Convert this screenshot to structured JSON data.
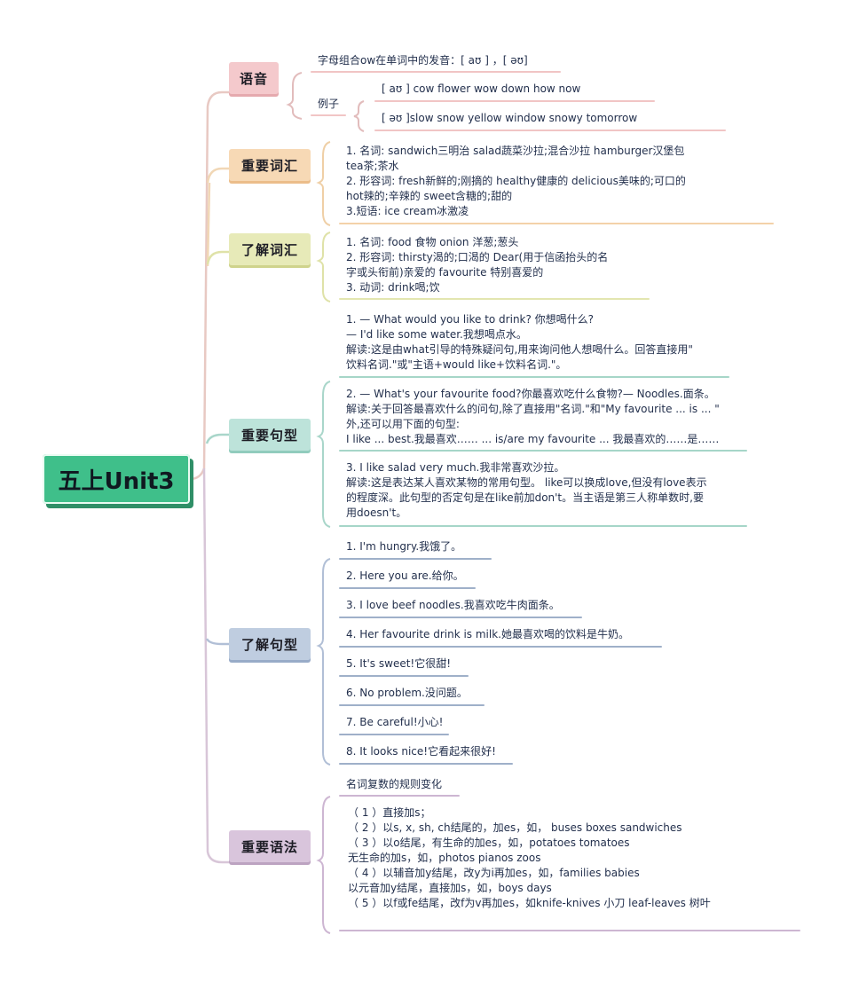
{
  "root": {
    "title": "五上Unit3"
  },
  "colors": {
    "root": "#3fbf8a",
    "pink": "#f4c9cc",
    "peach": "#f7d9b5",
    "lime": "#e7eab8",
    "teal": "#bde3da",
    "blue": "#bfcde0",
    "mauve": "#d9c5dc"
  },
  "pronunciation": {
    "title": "语音",
    "rule": "字母组合ow在单词中的发音：[ aʊ ] ，[ əʊ]",
    "examples_label": "例子",
    "example_au": "[ aʊ ]   cow   flower   wow  down  how now",
    "example_ou": "[ əʊ ]slow    snow   yellow    window  snowy    tomorrow"
  },
  "key_vocab": {
    "title": "重要词汇",
    "lines": [
      "1. 名词: sandwich三明治    salad蔬菜沙拉;混合沙拉    hamburger汉堡包",
      "tea茶;茶水",
      "2. 形容词: fresh新鲜的;刚摘的    healthy健康的    delicious美味的;可口的",
      "hot辣的;辛辣的    sweet含糖的;甜的",
      "3.短语: ice cream冰激凌"
    ]
  },
  "know_vocab": {
    "title": "了解词汇",
    "lines": [
      "1. 名词: food 食物    onion 洋葱;葱头",
      "2. 形容词: thirsty渴的;口渴的    Dear(用于信函抬头的名",
      "字或头衔前)亲爱的    favourite 特别喜爱的",
      "3. 动词: drink喝;饮"
    ]
  },
  "key_sentences": {
    "title": "重要句型",
    "items": [
      {
        "lines": [
          "1. — What would you like to drink? 你想喝什么?",
          "— I'd like some water.我想喝点水。",
          "解读:这是由what引导的特殊疑问句,用来询问他人想喝什么。回答直接用\"",
          "饮料名词.\"或\"主语+would like+饮料名词.\"。"
        ]
      },
      {
        "lines": [
          "2. — What's your favourite food?你最喜欢吃什么食物?— Noodles.面条。",
          "解读:关于回答最喜欢什么的问句,除了直接用\"名词.\"和\"My favourite ... is ... \"",
          "外,还可以用下面的句型:",
          "I like ... best.我最喜欢…… ... is/are my favourite ... 我最喜欢的……是……"
        ]
      },
      {
        "lines": [
          "3. I like salad very much.我非常喜欢沙拉。",
          "解读:这是表达某人喜欢某物的常用句型。 like可以换成love,但没有love表示",
          "的程度深。此句型的否定句是在like前加don't。当主语是第三人称单数时,要",
          "用doesn't。"
        ]
      }
    ]
  },
  "know_sentences": {
    "title": "了解句型",
    "items": [
      "1. I'm hungry.我饿了。",
      "2. Here you are.给你。",
      "3. I love beef noodles.我喜欢吃牛肉面条。",
      "4. Her favourite drink is milk.她最喜欢喝的饮料是牛奶。",
      "5. It's sweet!它很甜!",
      "6. No problem.没问题。",
      "7. Be careful!小心!",
      "8. It looks nice!它看起来很好!"
    ]
  },
  "grammar": {
    "title": "重要语法",
    "heading": "名词复数的规则变化",
    "lines": [
      "（ 1 ）直接加s；",
      "（ 2 ）以s, x, sh, ch结尾的，加es，如，  buses   boxes   sandwiches",
      "（ 3 ）以o结尾，有生命的加es，如，potatoes   tomatoes",
      "           无生命的加s，如，photos   pianos   zoos",
      "（ 4 ）以辅音加y结尾，改y为i再加es，如，families   babies",
      "     以元音加y结尾，直接加s，如，boys  days",
      "（ 5 ）以f或fe结尾，改f为v再加es，如knife-knives 小刀    leaf-leaves 树叶"
    ]
  }
}
